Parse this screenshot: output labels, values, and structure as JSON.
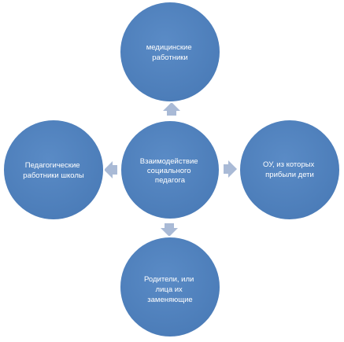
{
  "diagram": {
    "colors": {
      "node_fill": "#4f81bd",
      "node_stroke": "#ffffff",
      "arrow_fill": "#a9bad6",
      "text": "#ffffff"
    },
    "center": {
      "lines": [
        "Взаимодействие",
        "социального",
        "педагога"
      ]
    },
    "nodes": [
      {
        "key": "top",
        "lines": [
          "медицинские",
          "работники"
        ]
      },
      {
        "key": "left",
        "lines": [
          "Педагогические",
          "работники школы"
        ]
      },
      {
        "key": "right",
        "lines": [
          "ОУ, из которых",
          "прибыли дети"
        ]
      },
      {
        "key": "bottom",
        "lines": [
          "Родители, или",
          "лица их",
          "заменяющие"
        ]
      }
    ]
  }
}
